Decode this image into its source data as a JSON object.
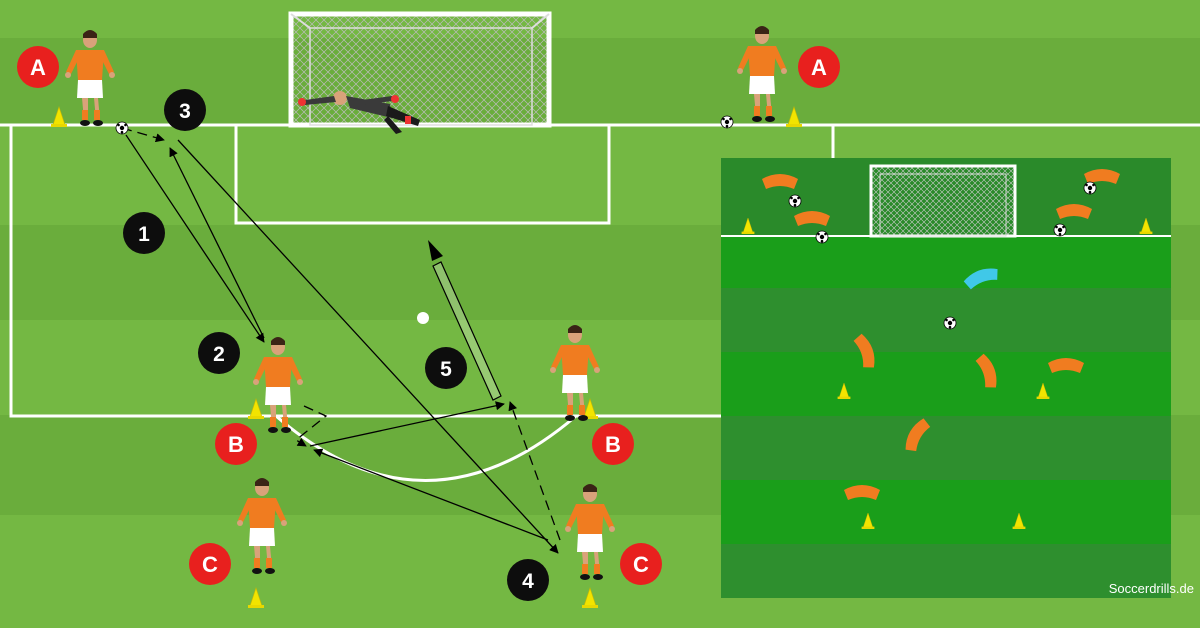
{
  "diagram": {
    "players": {
      "a_left": "A",
      "a_right": "A",
      "b_left": "B",
      "b_right": "B",
      "c_left": "C",
      "c_right": "C"
    },
    "steps": [
      "1",
      "2",
      "3",
      "4",
      "5"
    ],
    "colors": {
      "grass": "#6aad3c",
      "player_shirt": "#f07c20",
      "label_red": "#e8201e",
      "step_black": "#0d0d0d",
      "inset_green": "#2e8f2e",
      "inset_keeper": "#40c8e8",
      "cone": "#f2e400"
    },
    "icons": [
      "goal-icon",
      "cone-icon",
      "ball-icon",
      "player-icon",
      "goalkeeper-icon"
    ]
  },
  "watermark": "Soccerdrills.de"
}
